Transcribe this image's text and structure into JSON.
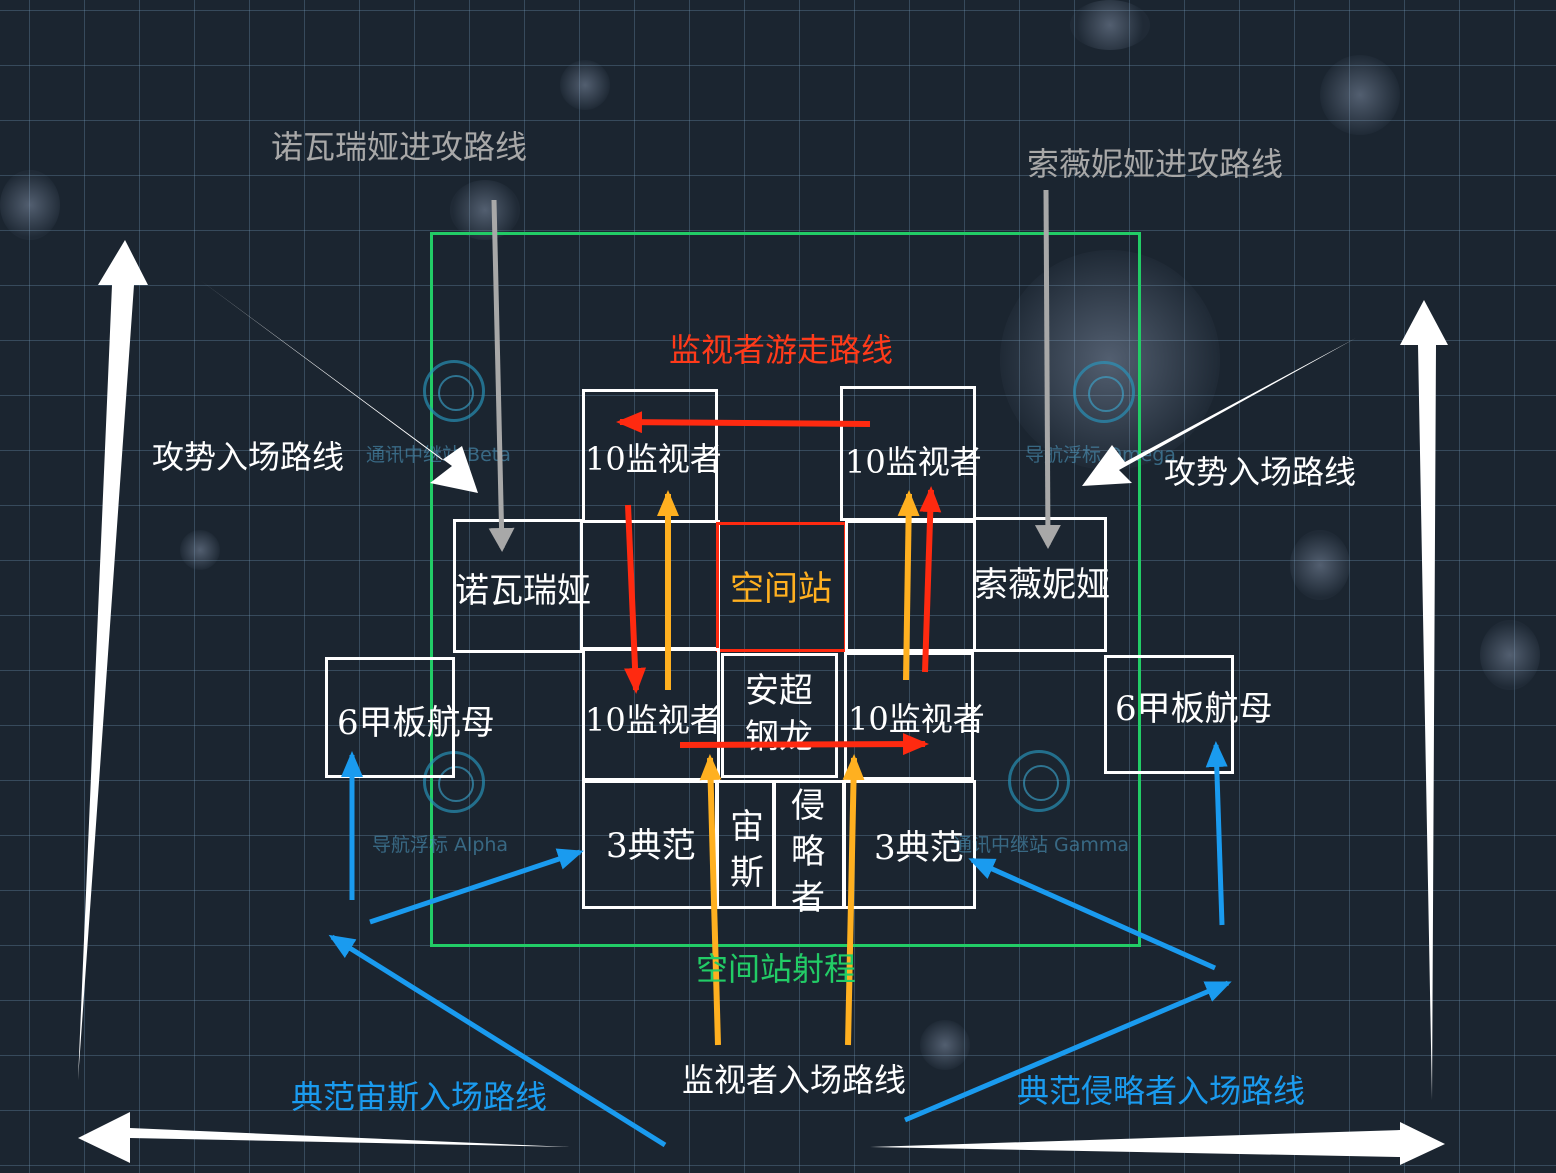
{
  "labels": {
    "norvania_attack_route": "诺瓦瑞娅进攻路线",
    "sovanya_attack_route": "索薇妮娅进攻路线",
    "watcher_patrol_route": "监视者游走路线",
    "offensive_entry_left": "攻势入场路线",
    "offensive_entry_right": "攻势入场路线",
    "station_range": "空间站射程",
    "watcher_entry_route": "监视者入场路线",
    "paragon_zeus_entry_route": "典范宙斯入场路线",
    "paragon_invader_entry_route": "典范侵略者入场路线"
  },
  "units": {
    "watcher_top_left": "10监视者",
    "watcher_top_right": "10监视者",
    "watcher_bottom_left": "10监视者",
    "watcher_bottom_right": "10监视者",
    "norvania": "诺瓦瑞娅",
    "space_station": "空间站",
    "sovanya": "索薇妮娅",
    "carrier_left": "6甲板航母",
    "carrier_right": "6甲板航母",
    "anchao_line1": "安超",
    "anchao_line2": "钢龙",
    "paragon_left": "3典范",
    "paragon_right": "3典范",
    "zeus_chars": [
      "宙",
      "斯"
    ],
    "invader_chars": [
      "侵",
      "略",
      "者"
    ]
  },
  "beacons": {
    "beta": "通讯中继站 Beta",
    "alpha": "导航浮标 Alpha",
    "gamma": "通讯中继站 Gamma",
    "nav_right": "导航浮标 Omega"
  },
  "colors": {
    "white": "#ffffff",
    "gray": "#a8a8a8",
    "red": "#ff2a10",
    "green": "#22cc66",
    "blue": "#1a9bef",
    "orange": "#ffb020",
    "background": "#1b2530"
  },
  "icons": [
    "relay-icon",
    "nav-buoy-icon"
  ]
}
